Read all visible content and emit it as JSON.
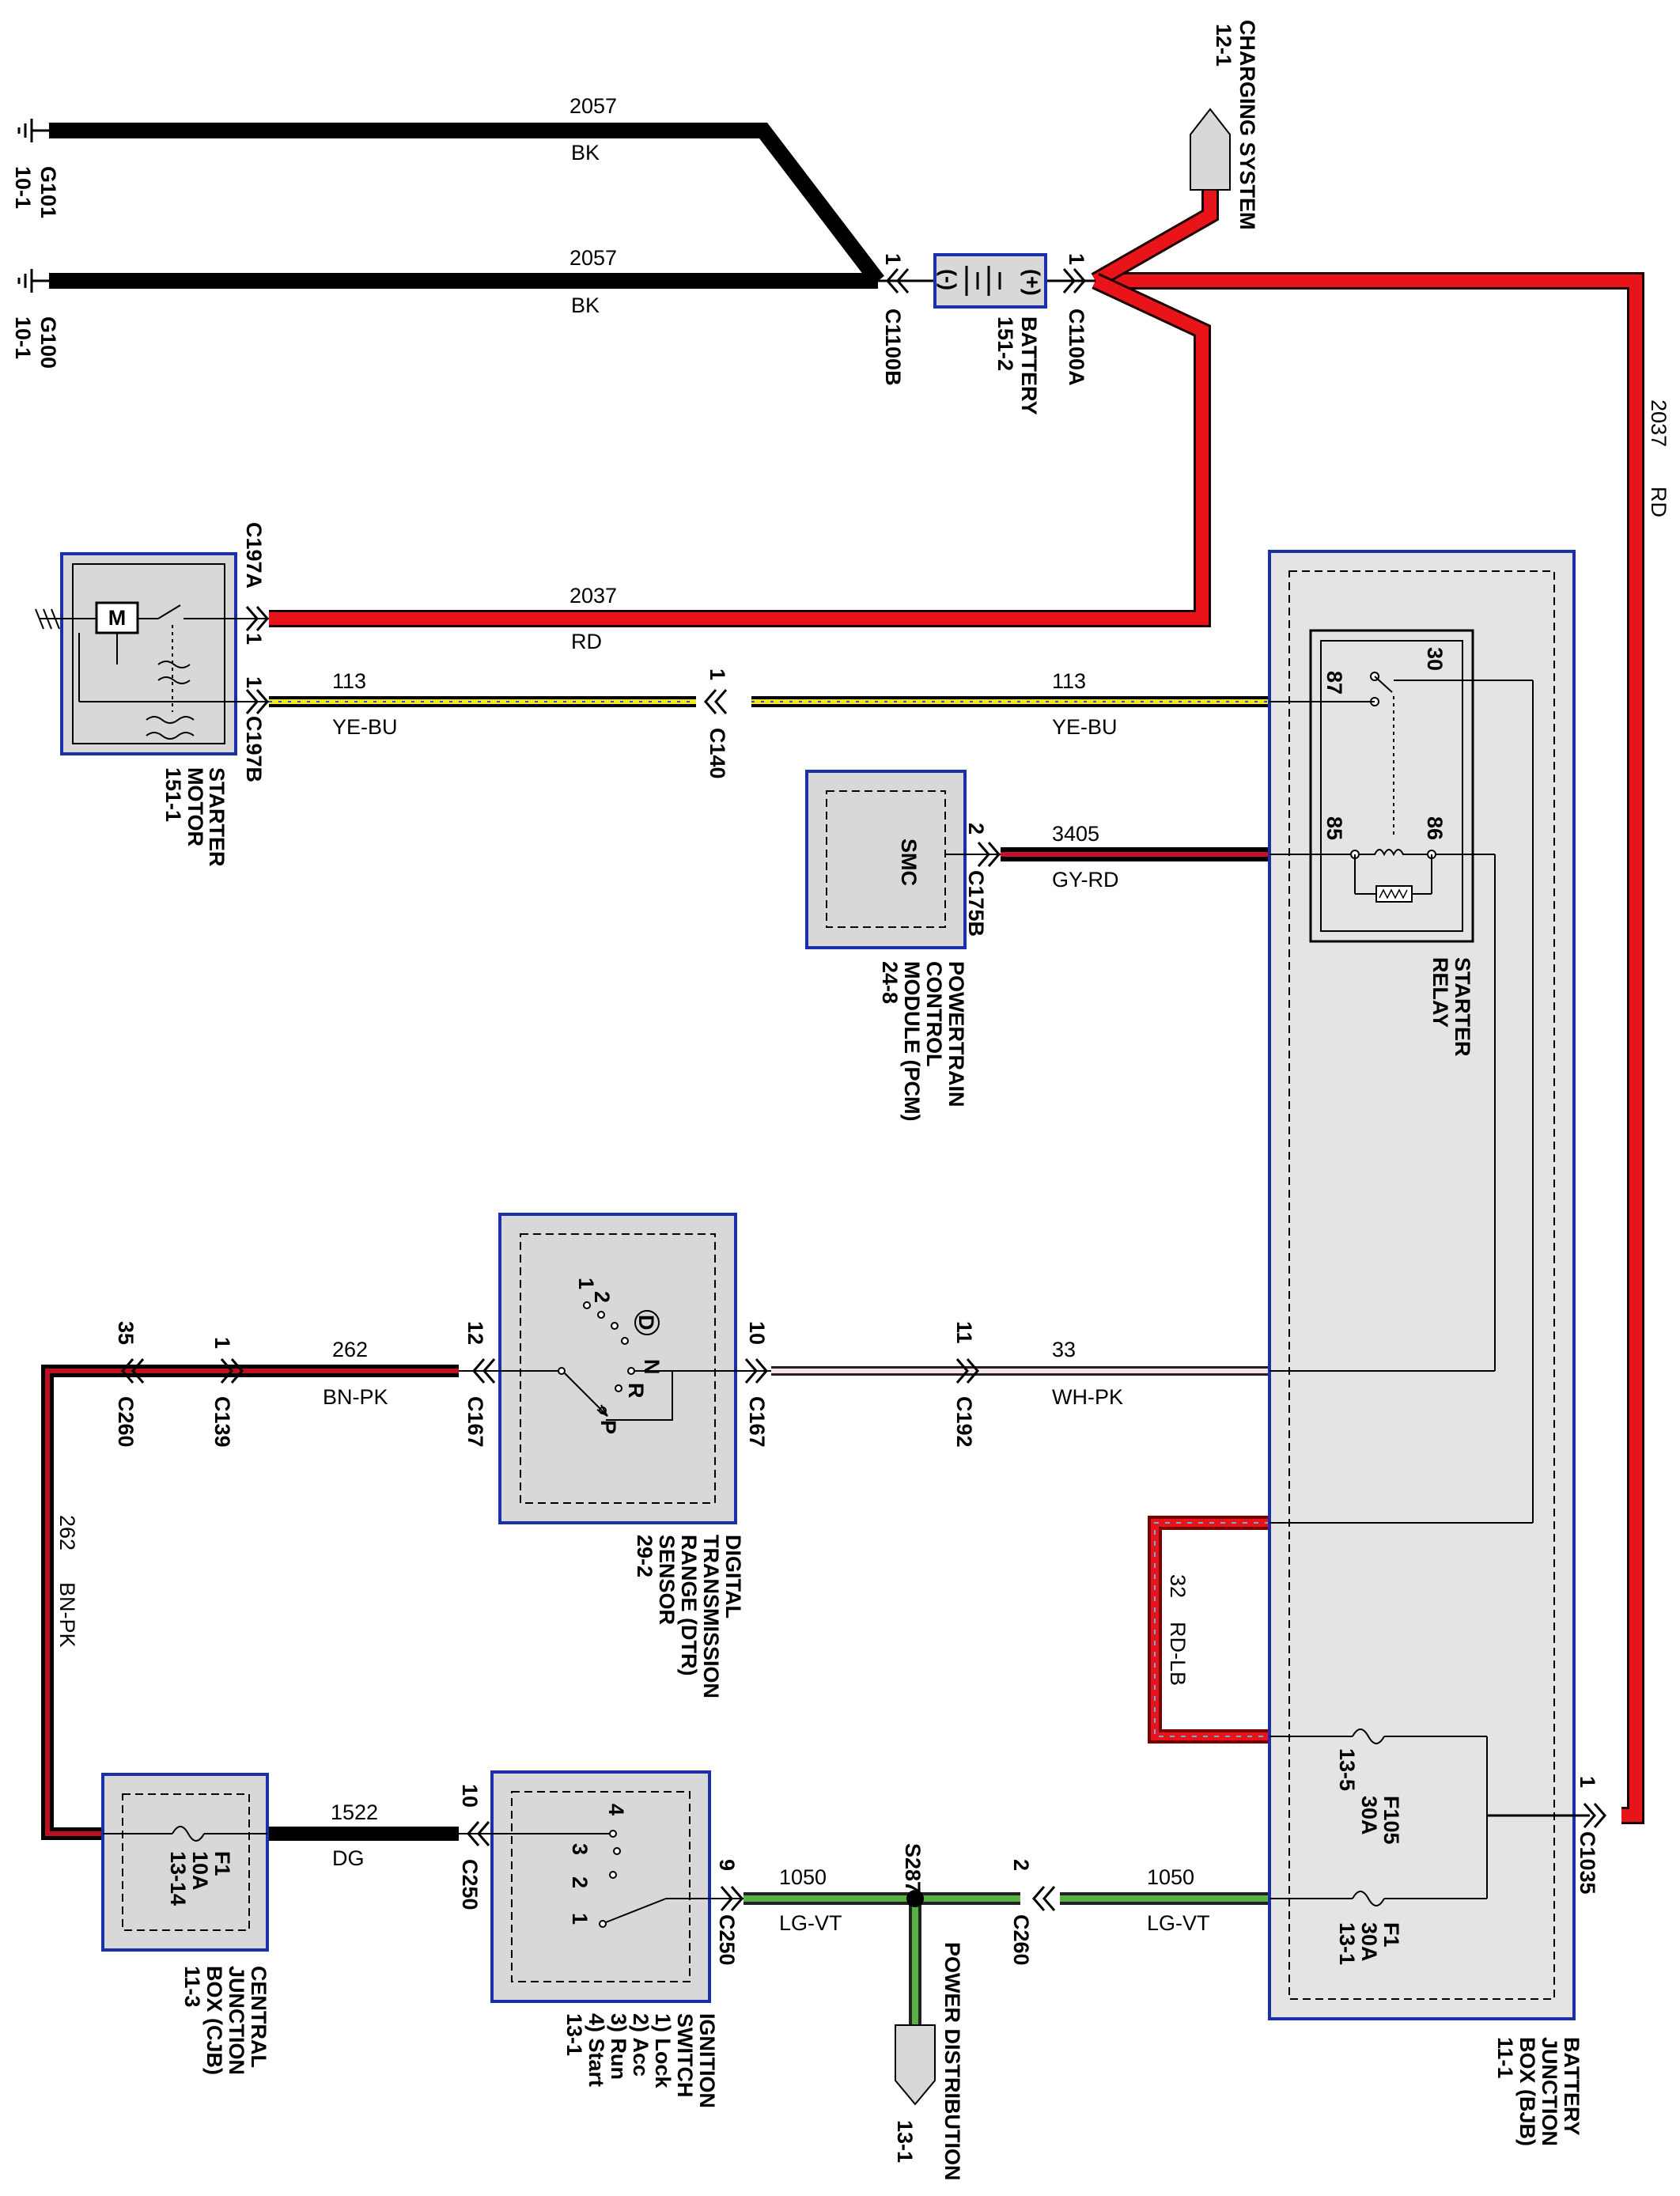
{
  "grounds": {
    "g101": {
      "id": "G101",
      "page": "10-1"
    },
    "g100": {
      "id": "G100",
      "page": "10-1"
    }
  },
  "wires": {
    "w2057_top": {
      "circuit": "2057",
      "color": "BK"
    },
    "w2057_bottom": {
      "circuit": "2057",
      "color": "BK"
    },
    "w2037_main": {
      "circuit": "2037",
      "color": "RD"
    },
    "w2037_starter": {
      "circuit": "2037",
      "color": "RD"
    },
    "w113_left": {
      "circuit": "113",
      "color": "YE-BU"
    },
    "w113_right": {
      "circuit": "113",
      "color": "YE-BU"
    },
    "w3405": {
      "circuit": "3405",
      "color": "GY-RD"
    },
    "w262_top": {
      "circuit": "262",
      "color": "BN-PK"
    },
    "w262_vert": {
      "circuit": "262",
      "color": "BN-PK"
    },
    "w33": {
      "circuit": "33",
      "color": "WH-PK"
    },
    "w32": {
      "circuit": "32",
      "color": "RD-LB"
    },
    "w1522": {
      "circuit": "1522",
      "color": "DG"
    },
    "w1050_left": {
      "circuit": "1050",
      "color": "LG-VT"
    },
    "w1050_right": {
      "circuit": "1050",
      "color": "LG-VT"
    }
  },
  "connectors": {
    "c1100b": {
      "name": "C1100B",
      "pin": "1"
    },
    "c1100a": {
      "name": "C1100A",
      "pin": "1"
    },
    "c197a": {
      "name": "C197A",
      "pin": "1"
    },
    "c197b": {
      "name": "C197B",
      "pin": "1"
    },
    "c140": {
      "name": "C140",
      "pin": "1"
    },
    "c175b": {
      "name": "C175B",
      "pin": "2"
    },
    "c260_top": {
      "name": "C260",
      "pin": "35"
    },
    "c139": {
      "name": "C139",
      "pin": "1"
    },
    "c167_left": {
      "name": "C167",
      "pin": "12"
    },
    "c167_right": {
      "name": "C167",
      "pin": "10"
    },
    "c192": {
      "name": "C192",
      "pin": "11"
    },
    "c250_left": {
      "name": "C250",
      "pin": "10"
    },
    "c250_right": {
      "name": "C250",
      "pin": "9"
    },
    "c260_bottom": {
      "name": "C260",
      "pin": "2"
    },
    "c1035": {
      "name": "C1035",
      "pin": "1"
    }
  },
  "splice": {
    "name": "S287"
  },
  "components": {
    "charging": {
      "ref": "12-1",
      "name": "CHARGING SYSTEM"
    },
    "battery": {
      "name": "BATTERY",
      "ref": "151-2",
      "neg": "(-)",
      "pos": "(+)"
    },
    "starter_motor": {
      "line1": "STARTER",
      "line2": "MOTOR",
      "ref": "151-1"
    },
    "pcm": {
      "inner": "SMC",
      "line1": "POWERTRAIN",
      "line2": "CONTROL",
      "line3": "MODULE (PCM)",
      "ref": "24-8"
    },
    "starter_relay": {
      "line1": "STARTER",
      "line2": "RELAY",
      "pin30": "30",
      "pin87": "87",
      "pin85": "85",
      "pin86": "86"
    },
    "dtr": {
      "line1": "DIGITAL",
      "line2": "TRANSMISSION",
      "line3": "RANGE (DTR)",
      "line4": "SENSOR",
      "ref": "29-2",
      "d": "D",
      "n": "N",
      "r": "R",
      "p": "P",
      "n1": "1",
      "n2": "2"
    },
    "bjb": {
      "line1": "BATTERY",
      "line2": "JUNCTION",
      "line3": "BOX (BJB)",
      "ref": "11-1",
      "f105": {
        "name": "F105",
        "rating": "30A",
        "ref": "13-5"
      },
      "f1": {
        "name": "F1",
        "rating": "30A",
        "ref": "13-1"
      }
    },
    "cjb": {
      "line1": "CENTRAL",
      "line2": "JUNCTION",
      "line3": "BOX (CJB)",
      "ref": "11-3",
      "f1": {
        "name": "F1",
        "rating": "10A",
        "ref": "13-14"
      }
    },
    "ignition": {
      "line1": "IGNITION",
      "line2": "SWITCH",
      "pos1": "1) Lock",
      "pos2": "2) Acc",
      "pos3": "3) Run",
      "pos4": "4) Start",
      "ref": "13-1",
      "n1": "1",
      "n2": "2",
      "n3": "3",
      "n4": "4"
    },
    "power_dist": {
      "name": "POWER DISTRIBUTION",
      "ref": "13-1"
    }
  }
}
